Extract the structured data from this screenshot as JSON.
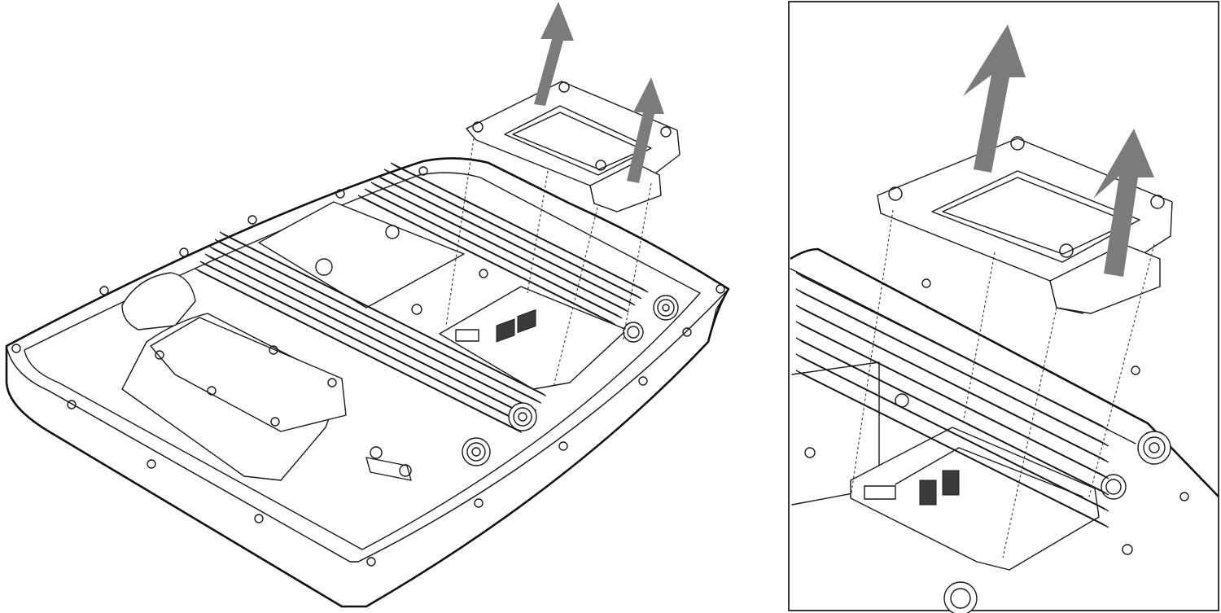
{
  "figure": {
    "type": "installation-illustration",
    "panels": [
      {
        "id": "overview",
        "depicts": "housing-underside-with-bracket-lifted"
      },
      {
        "id": "detail",
        "depicts": "zoomed-bracket-removal"
      }
    ],
    "icons": [
      "lift-up-arrow-icon",
      "lift-up-arrow-icon",
      "screw-icon",
      "n-type-connector-icon",
      "ethernet-port-icon"
    ],
    "colors": {
      "line": "#1a1a1a",
      "arrow": "#7b7b7b",
      "fin_shading": "#8c8c8c",
      "background": "#ffffff"
    }
  }
}
